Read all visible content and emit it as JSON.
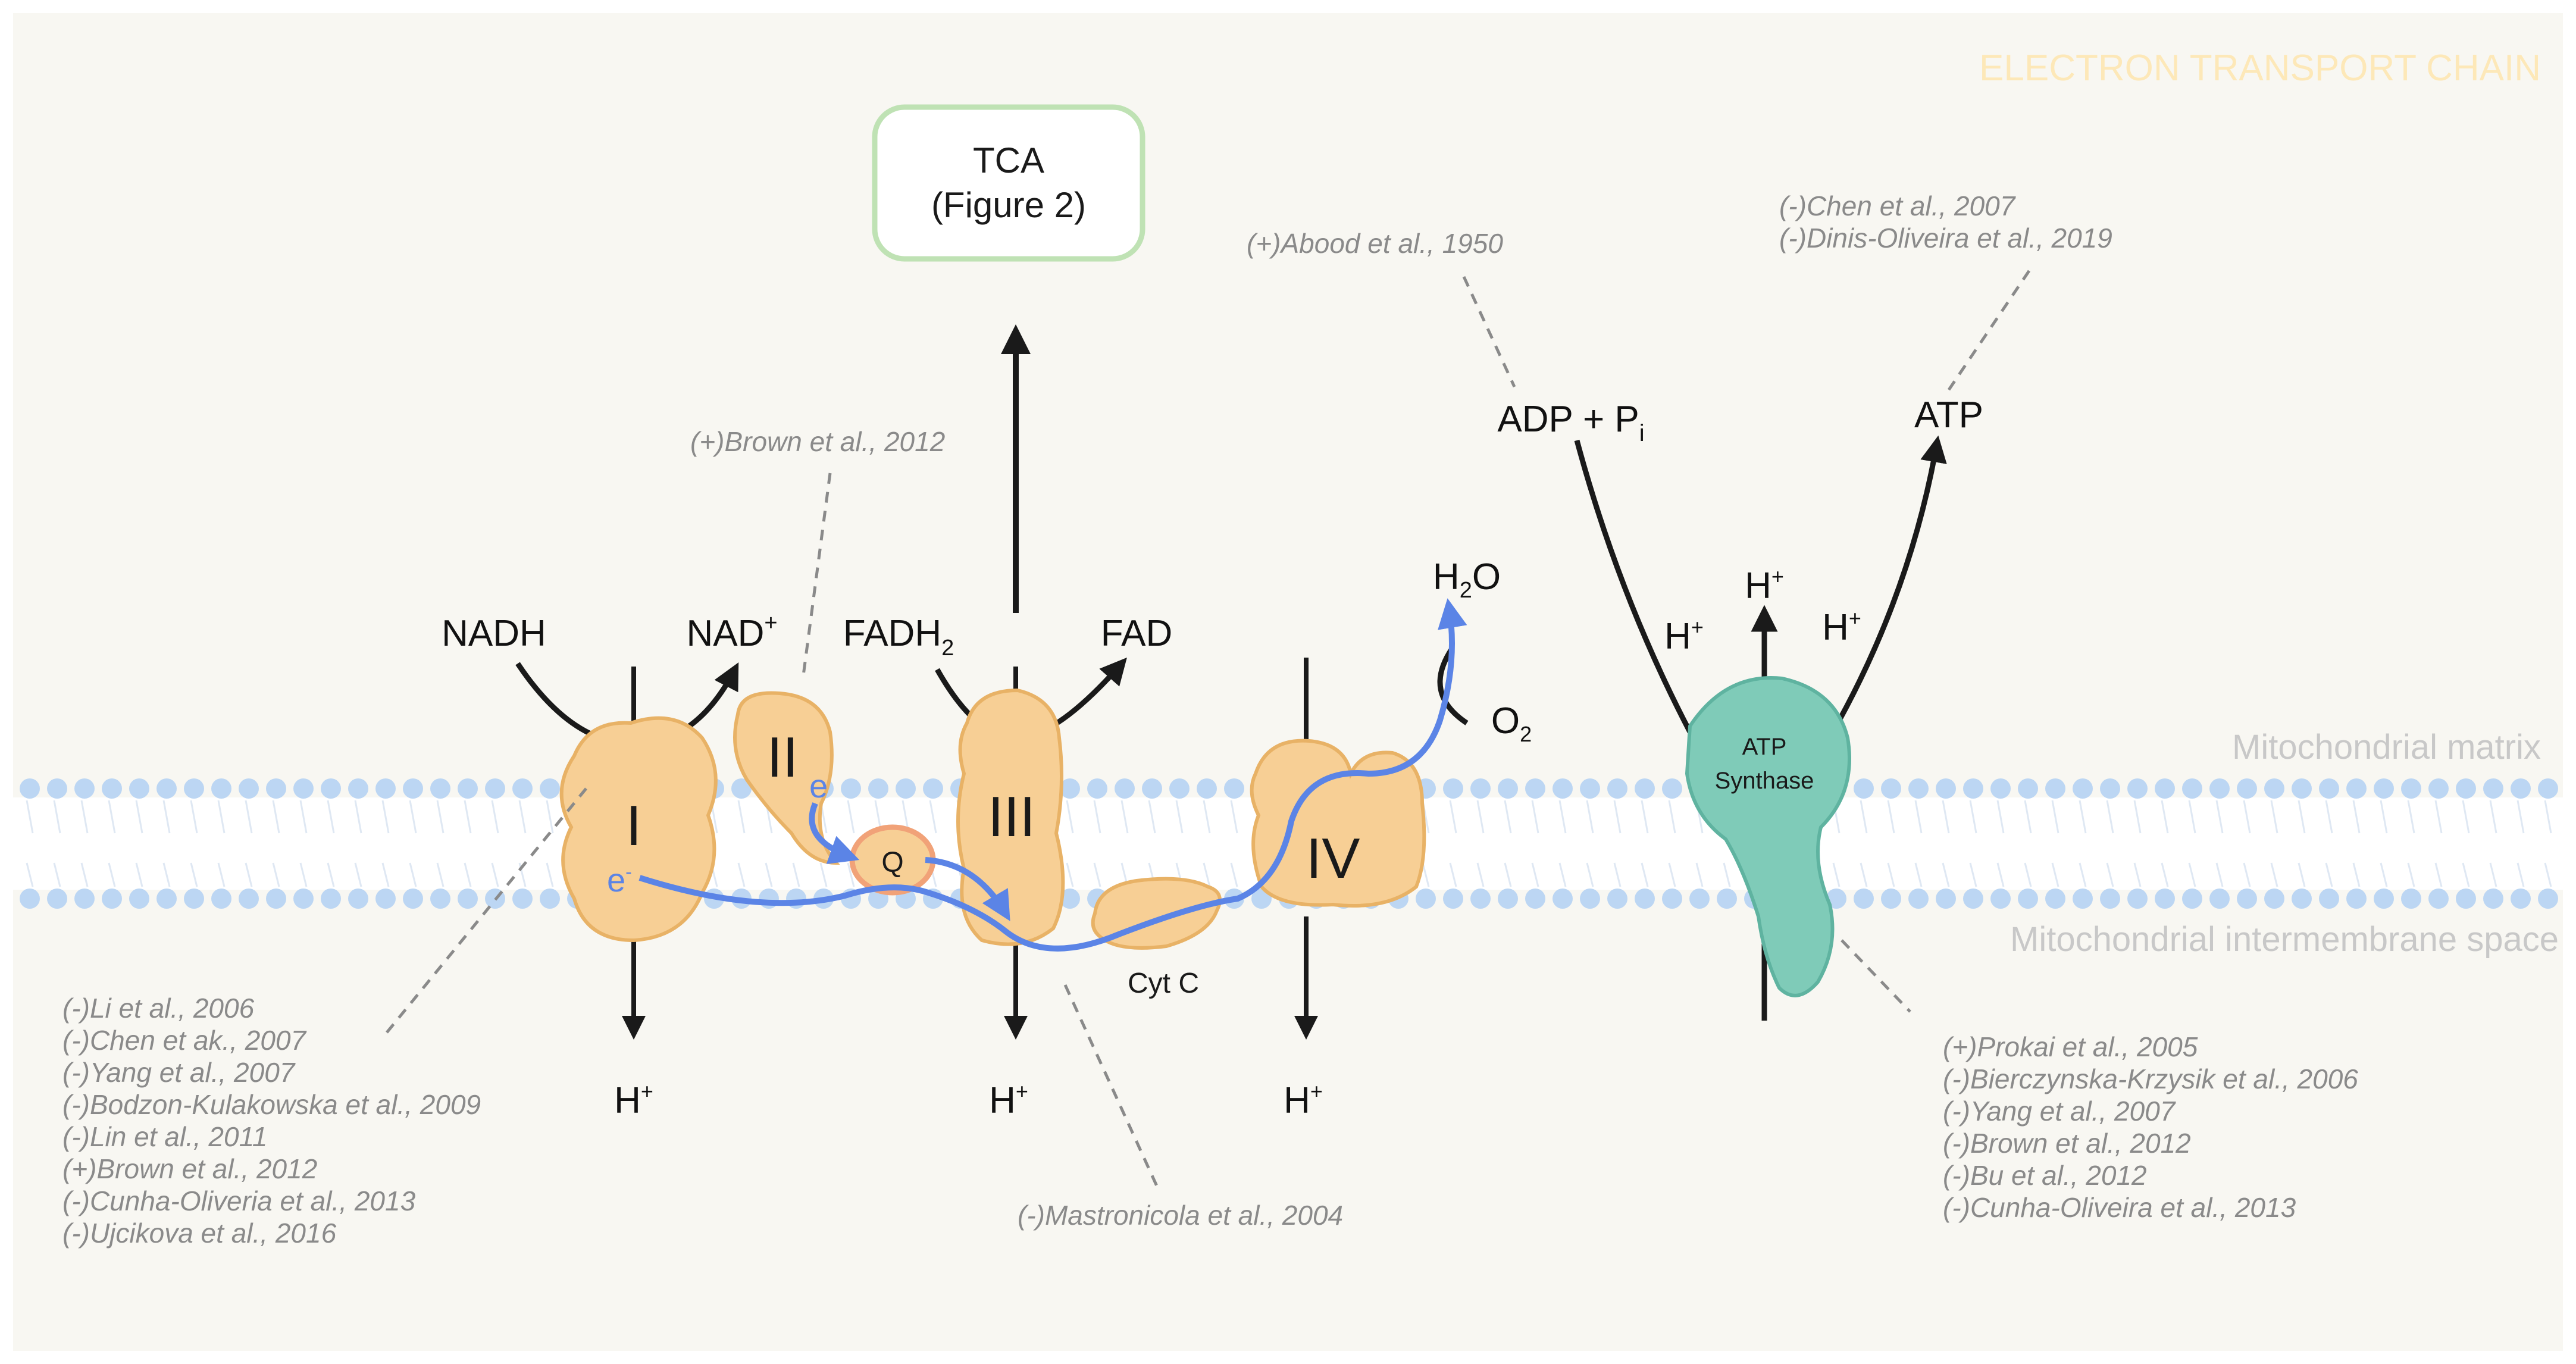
{
  "title": "ELECTRON TRANSPORT CHAIN",
  "regions": {
    "matrix": "Mitochondrial matrix",
    "intermembrane": "Mitochondrial intermembrane space"
  },
  "tca_box": {
    "line1": "TCA",
    "line2": "(Figure 2)"
  },
  "complexes": {
    "c1": "I",
    "c2": "II",
    "c3": "III",
    "c4": "IV"
  },
  "electron": "e",
  "electron_sup": "-",
  "quinone": "Q",
  "cytc": "Cyt C",
  "atp_synthase": {
    "line1": "ATP",
    "line2": "Synthase"
  },
  "substrates": {
    "nadh": "NADH",
    "nad": "NAD",
    "nad_sup": "+",
    "fadh": "FADH",
    "fadh_sub": "2",
    "fad": "FAD",
    "h2o_h": "H",
    "h2o_sub": "2",
    "h2o_o": "O",
    "o2": "O",
    "o2_sub": "2",
    "adp": "ADP + P",
    "adp_sub": "i",
    "atp": "ATP"
  },
  "proton": {
    "h": "H",
    "sup": "+"
  },
  "references": {
    "complex1": [
      "(-)Li et al., 2006",
      "(-)Chen et ak., 2007",
      "(-)Yang et al., 2007",
      "(-)Bodzon-Kulakowska et al., 2009",
      "(-)Lin et al., 2011",
      "(+)Brown et al., 2012",
      "(-)Cunha-Oliveria et al., 2013",
      "(-)Ujcikova et al., 2016"
    ],
    "complex2": [
      "(+)Brown et al., 2012"
    ],
    "complex3": [
      "(-)Mastronicola et al., 2004"
    ],
    "adp": [
      "(+)Abood et al., 1950"
    ],
    "atp": [
      "(-)Chen et al., 2007",
      "(-)Dinis-Oliveira et al., 2019"
    ],
    "synthase": [
      "(+)Prokai et al., 2005",
      "(-)Bierczynska-Krzysik et al., 2006",
      "(-)Yang et al., 2007",
      "(-)Brown et al., 2012",
      "(-)Bu et al., 2012",
      "(-)Cunha-Oliveira et al., 2013"
    ]
  },
  "colors": {
    "background": "#f8f7f2",
    "membrane_head": "#bcd6f3",
    "complex": "#f7cf95",
    "complex_stroke": "#e8b266",
    "synthase": "#7fcbb8",
    "electron_path": "#5b84e6",
    "tca_border": "#bfe2b4",
    "title": "#fde8b8"
  }
}
